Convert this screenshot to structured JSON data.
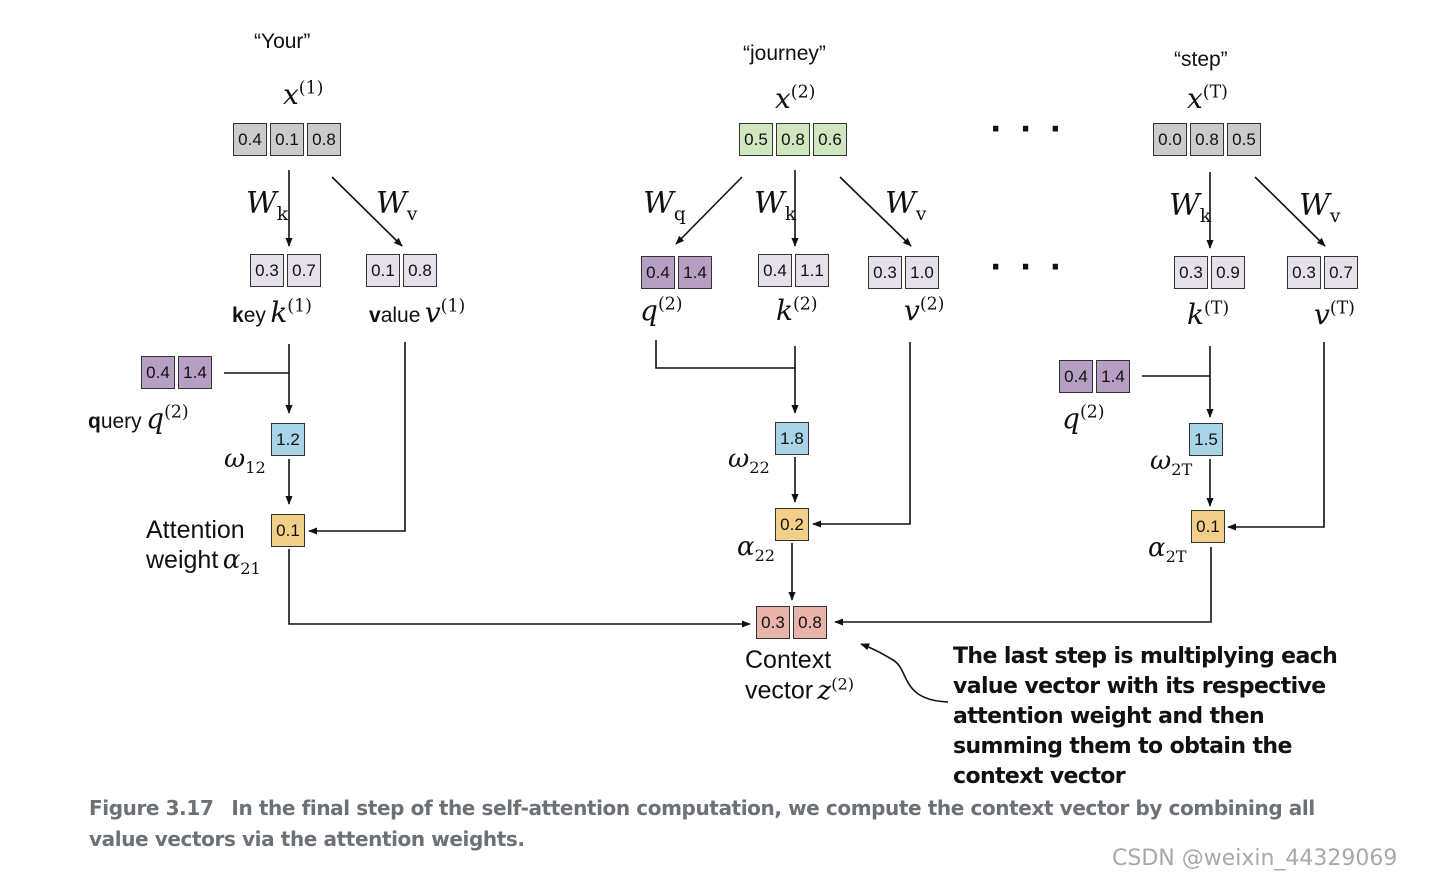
{
  "colors": {
    "gray": "#cbcbcb",
    "green": "#cfe6bf",
    "light_purple": "#e6e0ea",
    "purple": "#b69fc2",
    "blue": "#a9d3e6",
    "orange": "#f2cf88",
    "pink": "#e8b3ab",
    "caption": "#6c7178",
    "watermark": "#a8a8a8"
  },
  "tokens": {
    "your": "“Your”",
    "journey": "“journey”",
    "step": "“step”"
  },
  "inputs": {
    "x1": {
      "base": "x",
      "sup": "(1)",
      "values": [
        "0.4",
        "0.1",
        "0.8"
      ]
    },
    "x2": {
      "base": "x",
      "sup": "(2)",
      "values": [
        "0.5",
        "0.8",
        "0.6"
      ]
    },
    "xT": {
      "base": "x",
      "sup": "(T)",
      "values": [
        "0.0",
        "0.8",
        "0.5"
      ]
    }
  },
  "weights": {
    "wk": {
      "base": "W",
      "sub": "k"
    },
    "wv": {
      "base": "W",
      "sub": "v"
    },
    "wq": {
      "base": "W",
      "sub": "q"
    }
  },
  "vectors": {
    "k1": [
      "0.3",
      "0.7"
    ],
    "v1": [
      "0.1",
      "0.8"
    ],
    "q2": [
      "0.4",
      "1.4"
    ],
    "k2": [
      "0.4",
      "1.1"
    ],
    "v2": [
      "0.3",
      "1.0"
    ],
    "kT": [
      "0.3",
      "0.9"
    ],
    "vT": [
      "0.3",
      "0.7"
    ],
    "q2_left": [
      "0.4",
      "1.4"
    ],
    "q2_right": [
      "0.4",
      "1.4"
    ],
    "context": [
      "0.3",
      "0.8"
    ]
  },
  "labels": {
    "key_bold": "k",
    "key_rest": "ey",
    "value_bold": "v",
    "value_rest": "alue",
    "query_bold": "q",
    "query_rest": "uery",
    "k1": {
      "base": "k",
      "sup": "(1)"
    },
    "v1": {
      "base": "v",
      "sup": "(1)"
    },
    "q2_left": {
      "base": "q",
      "sup": "(2)"
    },
    "q2": {
      "base": "q",
      "sup": "(2)"
    },
    "k2": {
      "base": "k",
      "sup": "(2)"
    },
    "v2": {
      "base": "v",
      "sup": "(2)"
    },
    "kT": {
      "base": "k",
      "sup": "(T)"
    },
    "vT": {
      "base": "v",
      "sup": "(T)"
    },
    "q2_right": {
      "base": "q",
      "sup": "(2)"
    },
    "attention_line1": "Attention",
    "attention_line2": "weight",
    "context_line1": "Context",
    "context_line2": "vector",
    "z2": {
      "base": "z",
      "sup": "(2)"
    },
    "dots": "· · ·"
  },
  "scores": {
    "w12": {
      "value": "1.2",
      "base": "ω",
      "sub": "12"
    },
    "w22": {
      "value": "1.8",
      "base": "ω",
      "sub": "22"
    },
    "w2T": {
      "value": "1.5",
      "base": "ω",
      "sub": "2T"
    }
  },
  "attn_weights": {
    "a21": {
      "value": "0.1",
      "base": "α",
      "sub": "21"
    },
    "a22": {
      "value": "0.2",
      "base": "α",
      "sub": "22"
    },
    "a2T": {
      "value": "0.1",
      "base": "α",
      "sub": "2T"
    }
  },
  "annotation": "The last step is multiplying each value vector with its respective attention weight and then summing them to obtain the context vector",
  "caption": {
    "figure_number": "Figure 3.17",
    "text": "In the final step of the self-attention computation, we compute the context vector by combining all value vectors via the attention weights."
  },
  "watermark": "CSDN @weixin_44329069"
}
